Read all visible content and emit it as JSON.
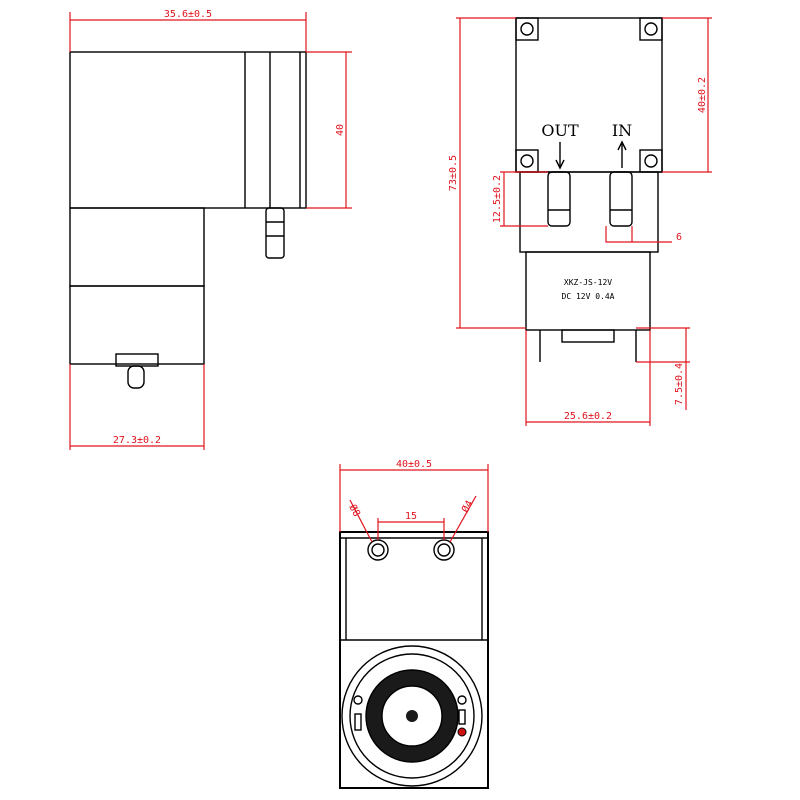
{
  "side_view": {
    "dim_length": "35.6±0.5",
    "dim_height": "40",
    "dim_width": "27.3±0.2"
  },
  "front_view": {
    "label_out": "OUT",
    "label_in": "IN",
    "dim_total_height": "73±0.5",
    "dim_top_height": "40±0.2",
    "dim_port": "12.5±0.2",
    "dim_port_dia": "6",
    "dim_terminal": "7.5±0.4",
    "dim_motor_width": "25.6±0.2",
    "marking_line1": "XKZ-JS-12V",
    "marking_line2": "DC 12V 0.4A"
  },
  "top_view": {
    "dim_width": "40±0.5",
    "dim_port_left": "Ø8",
    "dim_spacing": "15",
    "dim_port_right": "Ø4"
  },
  "colors": {
    "dimension": "#e0141e",
    "line": "#000000",
    "terminal_red": "#cc1111"
  }
}
